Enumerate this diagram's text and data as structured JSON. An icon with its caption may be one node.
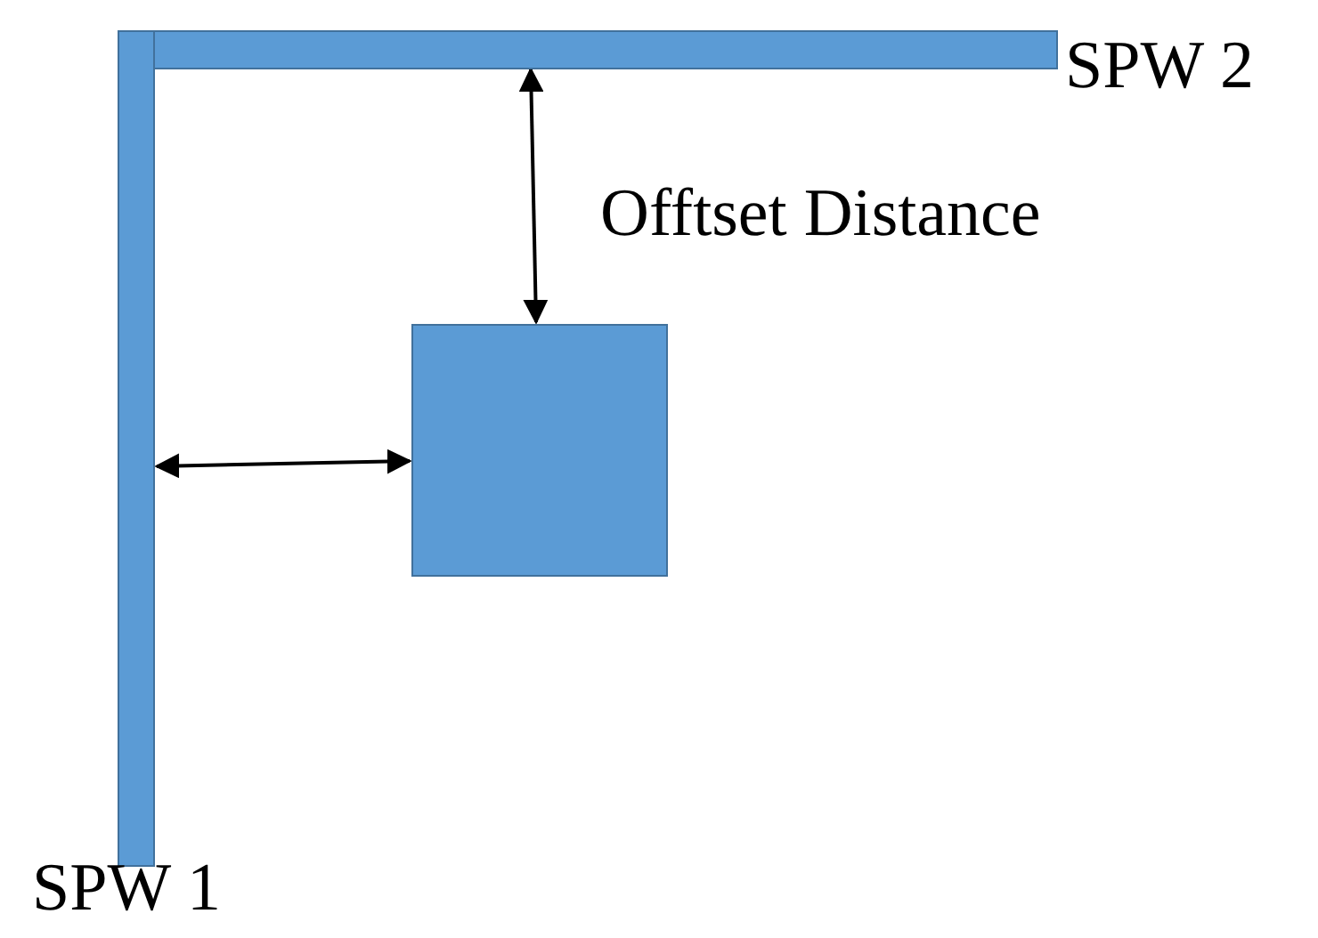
{
  "diagram": {
    "nodes": [
      {
        "text": [
          "SPW 2"
        ]
      },
      {
        "text": [
          "SPW 1"
        ]
      },
      {
        "text": [],
        "shape": "box"
      }
    ],
    "edges": [
      {
        "from": 0,
        "to": 2,
        "arrow": "both"
      },
      {
        "from": 1,
        "to": 2,
        "arrow": "both"
      }
    ],
    "labels": [
      "Offtset Distance"
    ]
  }
}
